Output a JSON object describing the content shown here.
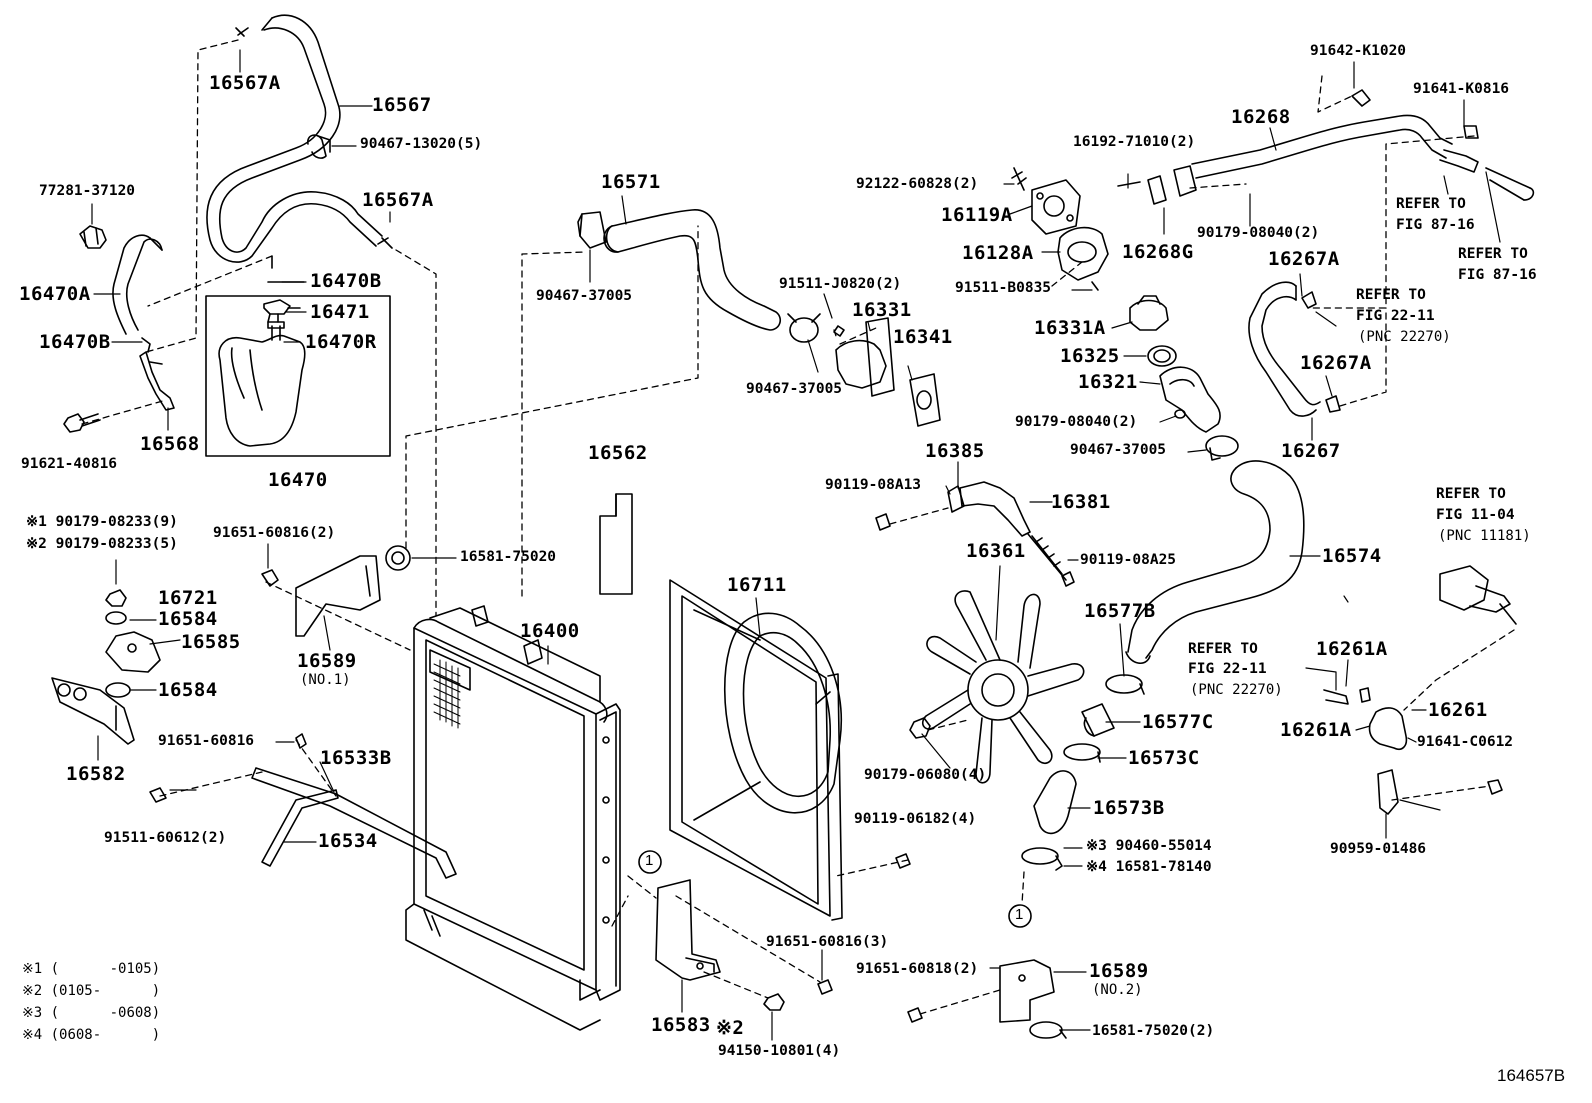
{
  "part_labels": [
    {
      "text": "16567A",
      "cls": "big"
    },
    {
      "text": "16567",
      "cls": "big"
    },
    {
      "text": "90467-13020(5)",
      "cls": "sm"
    },
    {
      "text": "16567A",
      "cls": "big"
    },
    {
      "text": "77281-37120",
      "cls": "sm"
    },
    {
      "text": "16470A",
      "cls": "big"
    },
    {
      "text": "16470B",
      "cls": "big"
    },
    {
      "text": "16471",
      "cls": "big"
    },
    {
      "text": "16470B",
      "cls": "big"
    },
    {
      "text": "16470R",
      "cls": "big"
    },
    {
      "text": "91621-40816",
      "cls": "sm"
    },
    {
      "text": "16568",
      "cls": "big"
    },
    {
      "text": "16470",
      "cls": "big"
    },
    {
      "text": "16571",
      "cls": "big"
    },
    {
      "text": "90467-37005",
      "cls": "sm"
    },
    {
      "text": "16562",
      "cls": "big"
    },
    {
      "text": "※1 90179-08233(9)",
      "cls": "sm"
    },
    {
      "text": "※2 90179-08233(5)",
      "cls": "sm"
    },
    {
      "text": "91651-60816(2)",
      "cls": "sm"
    },
    {
      "text": "16581-75020",
      "cls": "sm"
    },
    {
      "text": "16721",
      "cls": "big"
    },
    {
      "text": "16584",
      "cls": "big"
    },
    {
      "text": "16585",
      "cls": "big"
    },
    {
      "text": "16584",
      "cls": "big"
    },
    {
      "text": "16589",
      "cls": "big"
    },
    {
      "text": "(NO.1)",
      "cls": "xs"
    },
    {
      "text": "16400",
      "cls": "big"
    },
    {
      "text": "16582",
      "cls": "big"
    },
    {
      "text": "91651-60816",
      "cls": "sm"
    },
    {
      "text": "16533B",
      "cls": "big"
    },
    {
      "text": "91511-60612(2)",
      "cls": "sm"
    },
    {
      "text": "16534",
      "cls": "big"
    },
    {
      "text": "16711",
      "cls": "big"
    },
    {
      "text": "91511-J0820(2)",
      "cls": "sm"
    },
    {
      "text": "16331",
      "cls": "big"
    },
    {
      "text": "16341",
      "cls": "big"
    },
    {
      "text": "90467-37005",
      "cls": "sm"
    },
    {
      "text": "92122-60828(2)",
      "cls": "sm"
    },
    {
      "text": "16119A",
      "cls": "big"
    },
    {
      "text": "16128A",
      "cls": "big"
    },
    {
      "text": "91511-B0835",
      "cls": "sm"
    },
    {
      "text": "16192-71010(2)",
      "cls": "sm"
    },
    {
      "text": "16268",
      "cls": "big"
    },
    {
      "text": "16268G",
      "cls": "big"
    },
    {
      "text": "90179-08040(2)",
      "cls": "sm"
    },
    {
      "text": "91642-K1020",
      "cls": "sm"
    },
    {
      "text": "91641-K0816",
      "cls": "sm"
    },
    {
      "text": "REFER TO",
      "cls": "sm"
    },
    {
      "text": "FIG 87-16",
      "cls": "sm"
    },
    {
      "text": "REFER TO",
      "cls": "sm"
    },
    {
      "text": "FIG 87-16",
      "cls": "sm"
    },
    {
      "text": "16267A",
      "cls": "big"
    },
    {
      "text": "REFER TO",
      "cls": "sm"
    },
    {
      "text": "FIG 22-11",
      "cls": "sm"
    },
    {
      "text": "(PNC 22270)",
      "cls": "xs"
    },
    {
      "text": "16331A",
      "cls": "big"
    },
    {
      "text": "16325",
      "cls": "big"
    },
    {
      "text": "16321",
      "cls": "big"
    },
    {
      "text": "16267A",
      "cls": "big"
    },
    {
      "text": "90179-08040(2)",
      "cls": "sm"
    },
    {
      "text": "90467-37005",
      "cls": "sm"
    },
    {
      "text": "16267",
      "cls": "big"
    },
    {
      "text": "16385",
      "cls": "big"
    },
    {
      "text": "90119-08A13",
      "cls": "sm"
    },
    {
      "text": "16381",
      "cls": "big"
    },
    {
      "text": "16361",
      "cls": "big"
    },
    {
      "text": "90119-08A25",
      "cls": "sm"
    },
    {
      "text": "16574",
      "cls": "big"
    },
    {
      "text": "16577B",
      "cls": "big"
    },
    {
      "text": "REFER TO",
      "cls": "sm"
    },
    {
      "text": "FIG 11-04",
      "cls": "sm"
    },
    {
      "text": "(PNC 11181)",
      "cls": "xs"
    },
    {
      "text": "REFER TO",
      "cls": "sm"
    },
    {
      "text": "FIG 22-11",
      "cls": "sm"
    },
    {
      "text": "(PNC 22270)",
      "cls": "xs"
    },
    {
      "text": "16261A",
      "cls": "big"
    },
    {
      "text": "16577C",
      "cls": "big"
    },
    {
      "text": "16261",
      "cls": "big"
    },
    {
      "text": "16261A",
      "cls": "big"
    },
    {
      "text": "91641-C0612",
      "cls": "sm"
    },
    {
      "text": "16573C",
      "cls": "big"
    },
    {
      "text": "90179-06080(4)",
      "cls": "sm"
    },
    {
      "text": "16573B",
      "cls": "big"
    },
    {
      "text": "90119-06182(4)",
      "cls": "sm"
    },
    {
      "text": "90959-01486",
      "cls": "sm"
    },
    {
      "text": "※3 90460-55014",
      "cls": "sm"
    },
    {
      "text": "※4 16581-78140",
      "cls": "sm"
    },
    {
      "text": "91651-60816(3)",
      "cls": "sm"
    },
    {
      "text": "91651-60818(2)",
      "cls": "sm"
    },
    {
      "text": "16589",
      "cls": "big"
    },
    {
      "text": "(NO.2)",
      "cls": "xs"
    },
    {
      "text": "16583",
      "cls": "big"
    },
    {
      "text": "※2",
      "cls": "big"
    },
    {
      "text": "94150-10801(4)",
      "cls": "sm"
    },
    {
      "text": "16581-75020(2)",
      "cls": "sm"
    },
    {
      "text": "164657B",
      "cls": "foot"
    }
  ],
  "callouts": [
    "1",
    "1"
  ],
  "footnotes": [
    "※1 (      -0105)",
    "※2 (0105-      )",
    "※3 (      -0608)",
    "※4 (0608-      )"
  ]
}
